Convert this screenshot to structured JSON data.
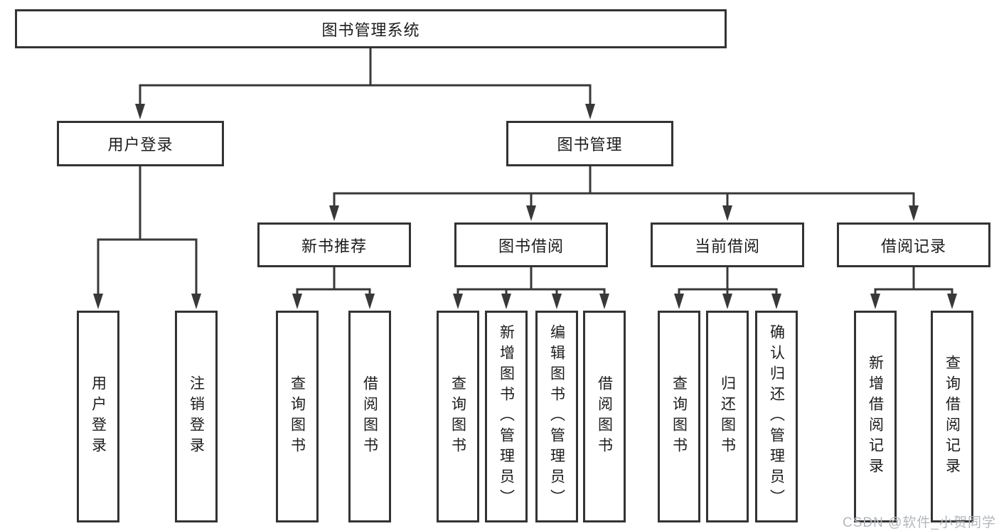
{
  "tree": {
    "root": {
      "label": "图书管理系统"
    },
    "branches": [
      {
        "label": "用户登录",
        "children": [
          {
            "label": "用户登录"
          },
          {
            "label": "注销登录"
          }
        ]
      },
      {
        "label": "图书管理",
        "children": [
          {
            "label": "新书推荐",
            "children": [
              {
                "label": "查询图书"
              },
              {
                "label": "借阅图书"
              }
            ]
          },
          {
            "label": "图书借阅",
            "children": [
              {
                "label": "查询图书"
              },
              {
                "label": "新增图书（管理员）"
              },
              {
                "label": "编辑图书（管理员）"
              },
              {
                "label": "借阅图书"
              }
            ]
          },
          {
            "label": "当前借阅",
            "children": [
              {
                "label": "查询图书"
              },
              {
                "label": "归还图书"
              },
              {
                "label": "确认归还（管理员）"
              }
            ]
          },
          {
            "label": "借阅记录",
            "children": [
              {
                "label": "新增借阅记录"
              },
              {
                "label": "查询借阅记录"
              }
            ]
          }
        ]
      }
    ]
  },
  "watermark": {
    "text": "CSDN @软件_小贺同学"
  },
  "colors": {
    "line": "#383838",
    "node_border": "#333333",
    "text": "#1c1c1c",
    "background": "#ffffff",
    "watermark": "#b3b7bd"
  }
}
